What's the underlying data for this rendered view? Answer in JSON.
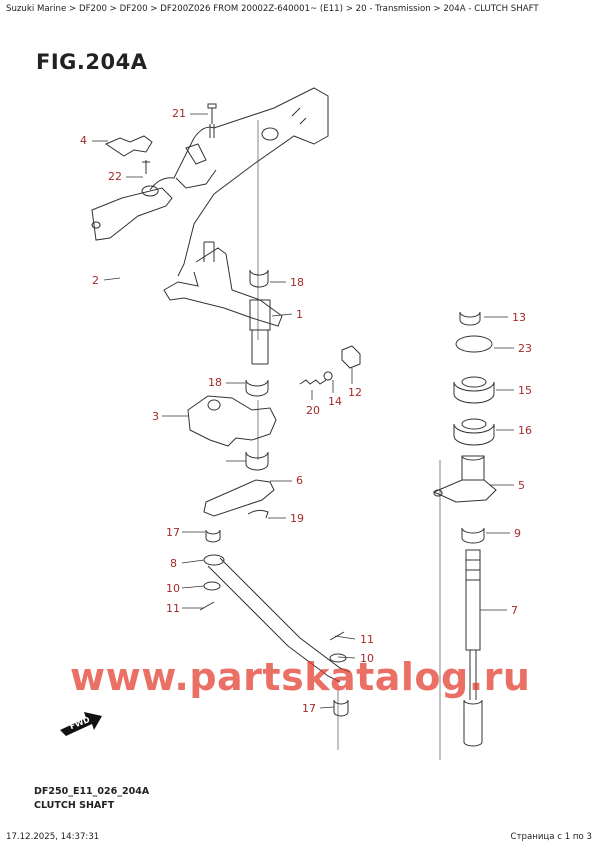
{
  "header": {
    "breadcrumb": "Suzuki Marine > DF200 > DF200 > DF200Z026 FROM 20002Z-640001~ (E11) > 20 - Transmission > 204A - CLUTCH SHAFT"
  },
  "figure": {
    "title": "FIG.204A",
    "code": "DF250_E11_026_204A",
    "caption": "CLUTCH SHAFT",
    "fwd_label": "FWD",
    "watermark": "www.partskatalog.ru"
  },
  "callouts": [
    "21",
    "4",
    "22",
    "2",
    "18",
    "1",
    "3",
    "18",
    "20",
    "14",
    "12",
    "6",
    "17",
    "19",
    "8",
    "10",
    "11",
    "11",
    "10",
    "17",
    "13",
    "23",
    "15",
    "16",
    "5",
    "9",
    "7"
  ],
  "footer": {
    "timestamp": "17.12.2025, 14:37:31",
    "page_info": "Страница с 1 по 3"
  },
  "colors": {
    "callout": "#a52a2a",
    "watermark": "#e23a2a",
    "line": "#333333"
  }
}
